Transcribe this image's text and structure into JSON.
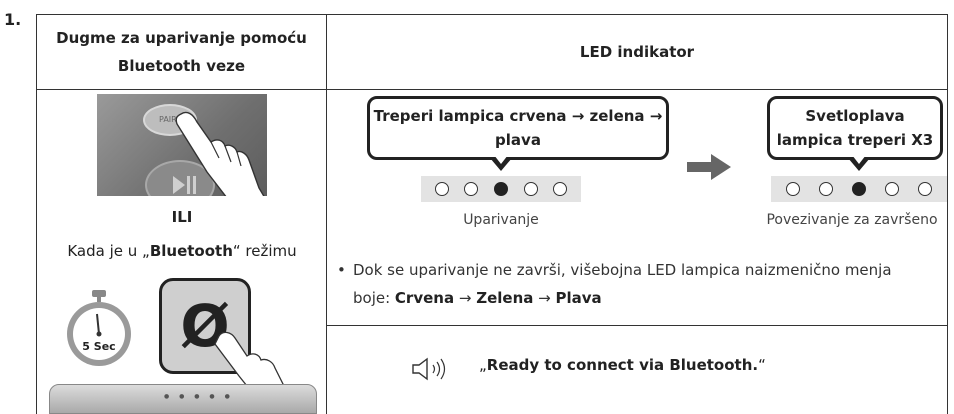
{
  "step": {
    "number": "1."
  },
  "header": {
    "left_title": "Dugme za uparivanje pomoću Bluetooth veze",
    "right_title": "LED indikator"
  },
  "left": {
    "pair_label": "PAIR",
    "or_label": "ILI",
    "mode_prefix": "Kada je u „",
    "mode_name": "Bluetooth",
    "mode_suffix": "“ režimu",
    "timer_label": "5 Sec",
    "button_symbol": "Ø"
  },
  "states": [
    {
      "callout": "Treperi lampica crvena → zelena → plava",
      "caption": "Uparivanje",
      "leds": [
        false,
        false,
        true,
        false,
        false
      ]
    },
    {
      "callout": "Svetloplava lampica treperi X3",
      "caption": "Povezivanje za završeno",
      "leds": [
        false,
        false,
        true,
        false,
        false
      ]
    }
  ],
  "icons": {
    "arrow": "arrow-right-icon",
    "speaker": "speaker-icon",
    "stopwatch": "stopwatch-icon",
    "hand": "hand-pointer-icon"
  },
  "note": {
    "bullet": "•",
    "text": "Dok se uparivanje ne završi, višebojna LED lampica naizmenično menja boje: ",
    "seq_1": "Crvena",
    "sep_1": " → ",
    "seq_2": "Zelena",
    "sep_2": " → ",
    "seq_3": "Plava"
  },
  "voice": {
    "open_quote": "„",
    "text": "Ready to connect via Bluetooth.",
    "close_quote": "“"
  }
}
